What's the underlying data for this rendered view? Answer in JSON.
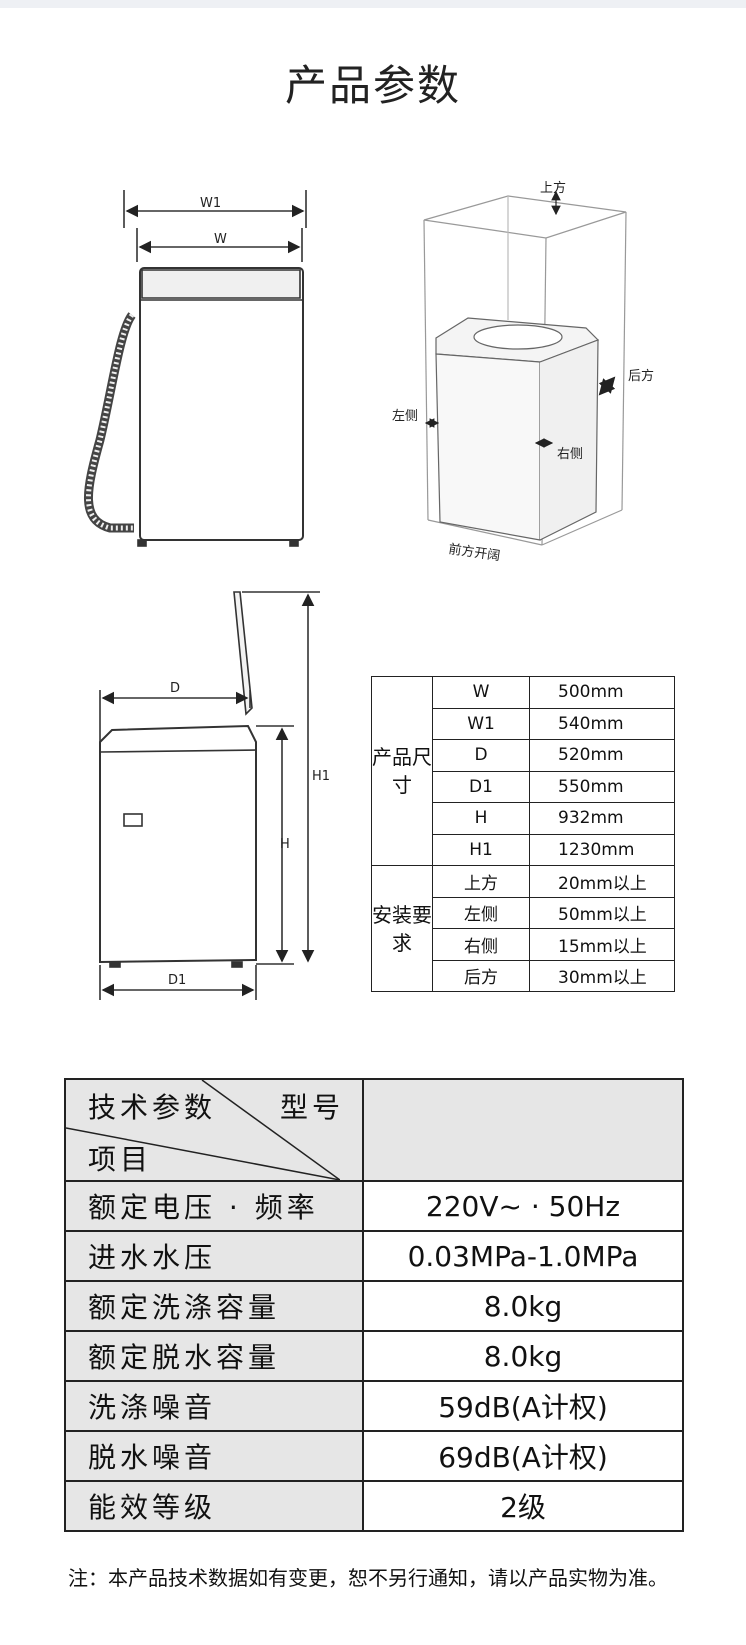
{
  "title": "产品参数",
  "diagram_labels": {
    "w1": "W1",
    "w": "W",
    "d": "D",
    "d1": "D1",
    "h": "H",
    "h1": "H1",
    "top": "上方",
    "back": "后方",
    "left": "左侧",
    "right": "右侧",
    "front": "前方开阔"
  },
  "dim_table": {
    "size_group": "产品尺寸",
    "install_group": "安装要求",
    "size_rows": [
      {
        "key": "W",
        "value": "500mm"
      },
      {
        "key": "W1",
        "value": "540mm"
      },
      {
        "key": "D",
        "value": "520mm"
      },
      {
        "key": "D1",
        "value": "550mm"
      },
      {
        "key": "H",
        "value": "932mm"
      },
      {
        "key": "H1",
        "value": "1230mm"
      }
    ],
    "install_rows": [
      {
        "key": "上方",
        "value": "20mm以上"
      },
      {
        "key": "左侧",
        "value": "50mm以上"
      },
      {
        "key": "右侧",
        "value": "15mm以上"
      },
      {
        "key": "后方",
        "value": "30mm以上"
      }
    ]
  },
  "tech_table": {
    "header_left_top": "技术参数",
    "header_right_top": "型号",
    "header_left_bottom": "项目",
    "rows": [
      {
        "name": "额定电压 · 频率",
        "value": "220V~ · 50Hz"
      },
      {
        "name": "进水水压",
        "value": "0.03MPa-1.0MPa"
      },
      {
        "name": "额定洗涤容量",
        "value": "8.0kg"
      },
      {
        "name": "额定脱水容量",
        "value": "8.0kg"
      },
      {
        "name": "洗涤噪音",
        "value": "59dB(A计权)"
      },
      {
        "name": "脱水噪音",
        "value": "69dB(A计权)"
      },
      {
        "name": "能效等级",
        "value": "2级"
      }
    ]
  },
  "note": "注：本产品技术数据如有变更，恕不另行通知，请以产品实物为准。"
}
